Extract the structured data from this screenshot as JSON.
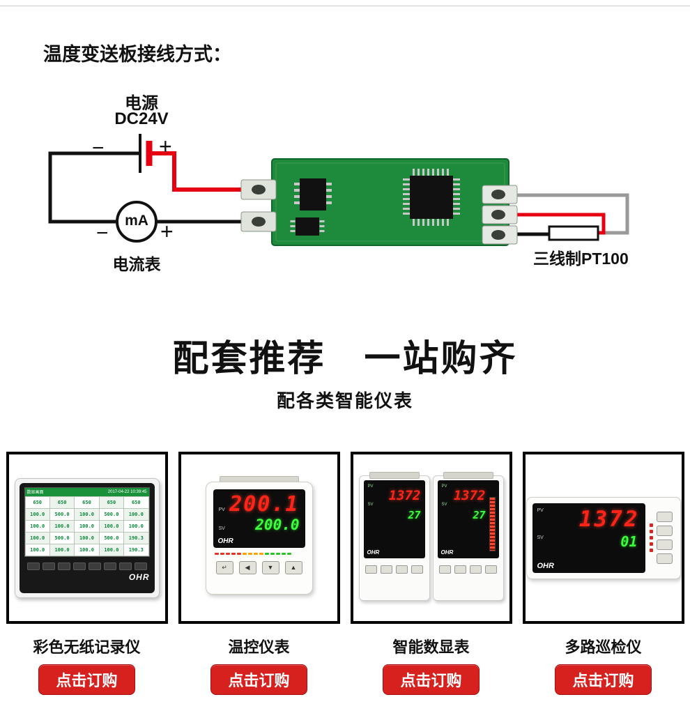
{
  "wiring": {
    "section_title": "温度变送板接线方式：",
    "power_label": "电源",
    "power_voltage": "DC24V",
    "battery_minus": "−",
    "battery_plus": "+",
    "meter_text": "mA",
    "meter_minus": "−",
    "meter_plus": "+",
    "ammeter_label": "电流表",
    "sensor_label": "三线制PT100"
  },
  "promo": {
    "title": "配套推荐　一站购齐",
    "subtitle": "配各类智能仪表"
  },
  "order_button_label": "点击订购",
  "colors": {
    "accent_red": "#d7211e",
    "pcb_green": "#1e8a3c",
    "wire_red": "#e60012",
    "wire_gray": "#999999",
    "display_red": "#ff2318",
    "display_green": "#3cff3c"
  },
  "products": [
    {
      "name": "彩色无纸记录仪",
      "brand": "OHR",
      "screen": {
        "tab": "数显画面",
        "timestamp": "2017-04-22 10:39:45",
        "rows": [
          [
            "650",
            "650",
            "650",
            "650",
            "650"
          ],
          [
            "100.0",
            "500.0",
            "100.0",
            "500.0",
            "100.0"
          ],
          [
            "100.0",
            "100.0",
            "100.0",
            "100.0",
            "100.0"
          ],
          [
            "100.0",
            "500.0",
            "100.0",
            "500.0",
            "190.3"
          ],
          [
            "100.0",
            "100.0",
            "100.0",
            "100.0",
            "190.3"
          ]
        ]
      }
    },
    {
      "name": "温控仪表",
      "brand": "OHR",
      "pv_label": "PV",
      "sv_label": "SV",
      "pv": "200.1",
      "sv": "200.0",
      "buttons": [
        "↵",
        "◀",
        "▼",
        "▲"
      ]
    },
    {
      "name": "智能数显表",
      "brand": "OHR",
      "left": {
        "pv_label": "PV",
        "pv": "1372",
        "sv_label": "SV",
        "sv": "27"
      },
      "right": {
        "pv_label": "PV",
        "pv": "1372",
        "sv_label": "SV",
        "sv": "27"
      }
    },
    {
      "name": "多路巡检仪",
      "brand": "OHR",
      "pv_label": "PV",
      "sv_label": "SV",
      "pv": "1372",
      "sv": "01"
    }
  ]
}
